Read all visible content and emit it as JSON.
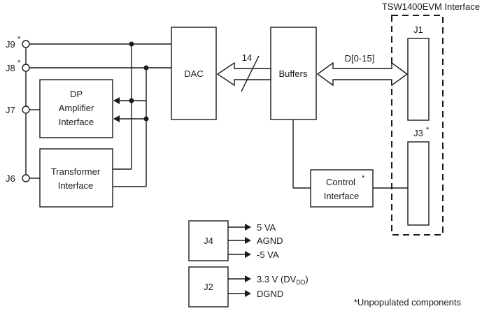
{
  "diagram": {
    "group_label": "TSW1400EVM Interface",
    "connectors": {
      "j9": "J9",
      "j8": "J8",
      "j7": "J7",
      "j6": "J6",
      "j1": "J1",
      "j3": "J3",
      "j4": "J4",
      "j2": "J2",
      "asterisk": "*"
    },
    "blocks": {
      "dac": "DAC",
      "buffers": "Buffers",
      "dp_line1": "DP",
      "dp_line2": "Amplifier",
      "dp_line3": "Interface",
      "xfmr_line1": "Transformer",
      "xfmr_line2": "Interface",
      "ctrl_line1": "Control",
      "ctrl_line2": "Interface"
    },
    "bus_labels": {
      "dac_bus_width": "14",
      "data_bus": "D[0-15]"
    },
    "power": {
      "j4_out1": "5 VA",
      "j4_out2": "AGND",
      "j4_out3": "-5 VA",
      "j2_out1_main": "3.3 V (DV",
      "j2_out1_sub": "DD",
      "j2_out1_close": ")",
      "j2_out2": "DGND"
    },
    "footnote": "*Unpopulated components"
  }
}
